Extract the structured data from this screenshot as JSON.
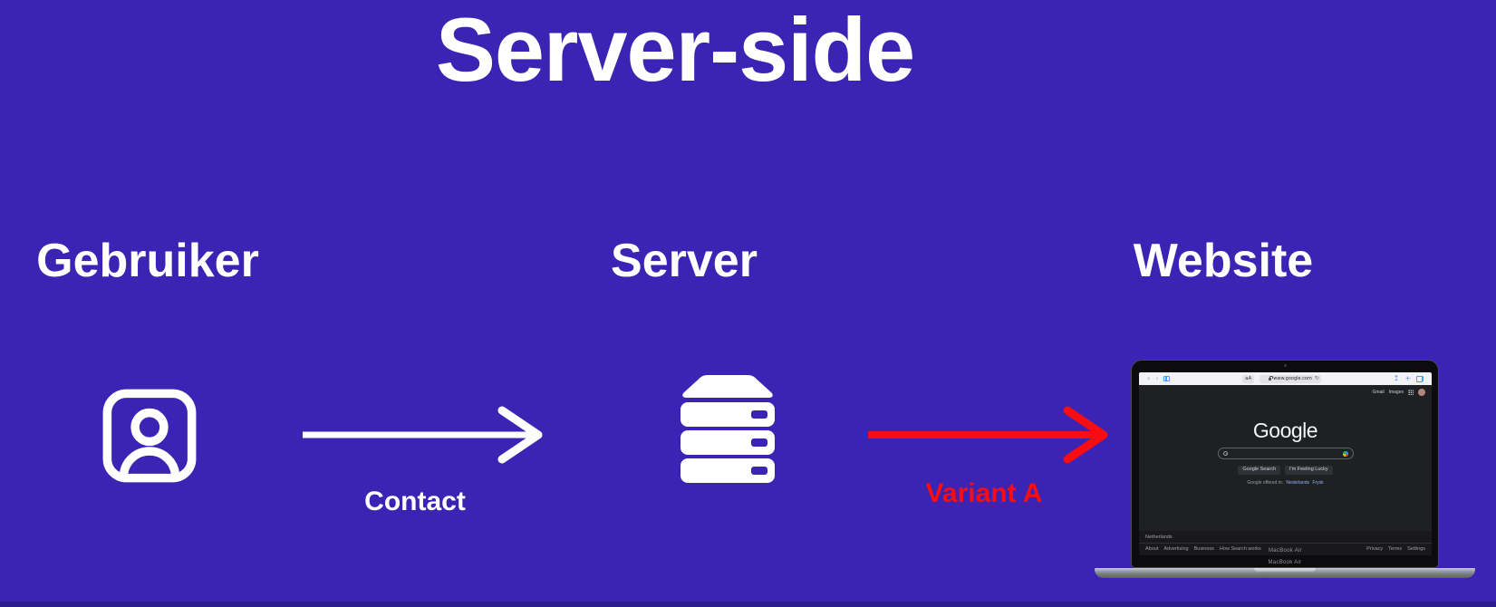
{
  "title": "Server-side",
  "colors": {
    "background": "#3B23B4",
    "accent_red": "#F90D12",
    "white": "#FFFFFF"
  },
  "nodes": {
    "user": {
      "label": "Gebruiker"
    },
    "server": {
      "label": "Server"
    },
    "website": {
      "label": "Website"
    }
  },
  "flows": {
    "contact": {
      "label": "Contact"
    },
    "variant_a": {
      "label": "Variant A"
    }
  },
  "laptop": {
    "device_label": "MacBook Air",
    "browser": {
      "reader_button": "aA",
      "url": "www.google.com",
      "icons": {
        "back": "‹",
        "forward": "›",
        "refresh": "↻",
        "share": "↥",
        "new_tab": "+"
      }
    },
    "page": {
      "gmail_link": "Gmail",
      "images_link": "Images",
      "logo": "Google",
      "search_button": "Google Search",
      "lucky_button": "I'm Feeling Lucky",
      "offered_prefix": "Google offered in:",
      "offered_links": [
        "Nederlands",
        "Frysk"
      ],
      "footer": {
        "region": "Netherlands",
        "left": [
          "About",
          "Advertising",
          "Business",
          "How Search works"
        ],
        "right": [
          "Privacy",
          "Terms",
          "Settings"
        ]
      }
    }
  }
}
